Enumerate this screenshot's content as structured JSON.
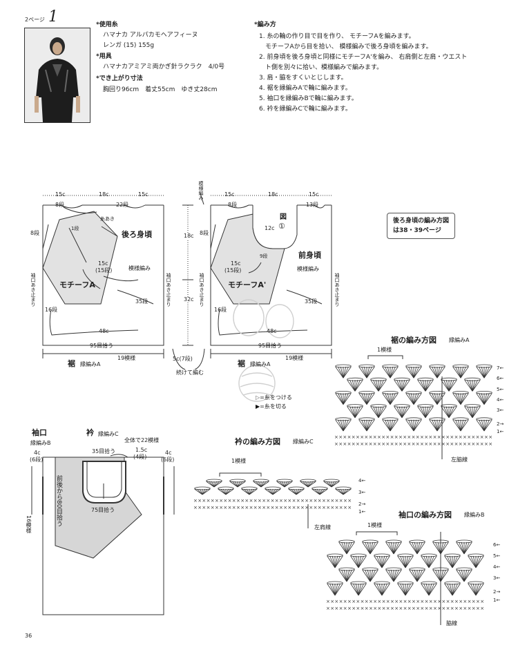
{
  "header": {
    "page_ref": "2ページ",
    "number": "1",
    "materials_title": "*使用糸",
    "materials_l1": "ハマナカ アルパカモヘアフィーヌ",
    "materials_l2": "レンガ (15) 155g",
    "tools_title": "*用具",
    "tools_l1": "ハマナカアミアミ両かぎ針ラクラク　4/0号",
    "size_title": "*でき上がり寸法",
    "size_l1": "胸回り96cm　着丈55cm　ゆき丈28cm"
  },
  "steps": {
    "title": "*編み方",
    "items": [
      "1. 糸の輪の作り目で目を作り、 モチーフAを編みます。",
      "　モチーフAから目を拾い、 模様編みで後ろ身頃を編みます。",
      "2. 前身頃を後ろ身頃と同様にモチーフA'を編み、 右肩側と左肩・ウエスト",
      "　ト側を別々に拾い、模様編みで編みます。",
      "3. 肩・脇をすくいとじします。",
      "4. 裾を縁編みAで輪に編みます。",
      "5. 袖口を縁編みBで輪に編みます。",
      "6. 衿を縁編みCで輪に編みます。"
    ]
  },
  "back": {
    "w1": "15c",
    "w2": "18c",
    "w3": "15c",
    "rows_8a": "8段",
    "rows_22": "22段",
    "rows_8b": "8段",
    "row1": "1段",
    "rib": "糸あき",
    "title": "後ろ身頃",
    "c15": "15c",
    "r15": "(15段)",
    "pattern": "模様編み",
    "motif": "モチーフA",
    "rows35": "35段",
    "rows16": "16段",
    "w48": "48c",
    "pick": "95目拾う",
    "hem": "裾",
    "hem_edge": "縁編みA",
    "repeat": "19模様",
    "armhole": "袖口あき止まり",
    "armhole_r": "袖口あき止まり"
  },
  "front": {
    "w1": "15c",
    "w2": "18c",
    "w3": "15c",
    "rows_8a": "8段",
    "rows_13": "13段",
    "rows_8b": "8段",
    "fig": "図",
    "fig_num": "①",
    "c12": "12c",
    "rows9": "9段",
    "title": "前身頃",
    "pattern": "模様編み",
    "c15": "15c",
    "r15": "(15段)",
    "motif": "モチーフA'",
    "rows35": "35段",
    "rows16": "16段",
    "w48": "48c",
    "pick": "95目拾う",
    "hem": "裾",
    "hem_edge": "縁編みA",
    "repeat": "19模様",
    "armhole": "袖口あき止まり",
    "armhole_r": "袖口あき止まり",
    "pattern_top": "模様編み"
  },
  "dims": {
    "h18": "18c",
    "h32": "32c",
    "h5": "5c(7段)",
    "cont": "続けて編む"
  },
  "legend": {
    "attach": "=糸をつける",
    "cut": "=糸を切る"
  },
  "note_box": {
    "l1": "後ろ身頃の編み方図",
    "l2": "は38・39ページ"
  },
  "hem_chart": {
    "title": "裾の編み方図",
    "edge": "縁編みA",
    "repeat": "1模様",
    "rows": [
      "7←",
      "6←",
      "5←",
      "4←",
      "3←",
      "2→",
      "1←"
    ],
    "side": "左脇線"
  },
  "collar_chart": {
    "title": "衿の編み方図",
    "edge": "縁編みC",
    "repeat": "1模様",
    "rows": [
      "4←",
      "3←",
      "2→",
      "1←"
    ],
    "side": "左肩線"
  },
  "cuff_chart": {
    "title": "袖口の編み方図",
    "edge": "縁編みB",
    "repeat": "1模様",
    "rows": [
      "6←",
      "5←",
      "4←",
      "3←",
      "2→",
      "1←"
    ],
    "side": "脇線"
  },
  "bottom": {
    "cuff_title": "袖口",
    "cuff_edge": "縁編みB",
    "c4a": "4c",
    "r6a": "(6段)",
    "collar_title": "衿",
    "collar_edge": "縁編みC",
    "total": "全体で22模様",
    "pick35": "35目拾う",
    "c15": "1.5c",
    "r4": "(4段)",
    "c4b": "4c",
    "r6b": "(6段)",
    "pick80": "前後から80目拾う",
    "rep16": "16模様",
    "pick75": "75目拾う"
  },
  "page_number": "36"
}
